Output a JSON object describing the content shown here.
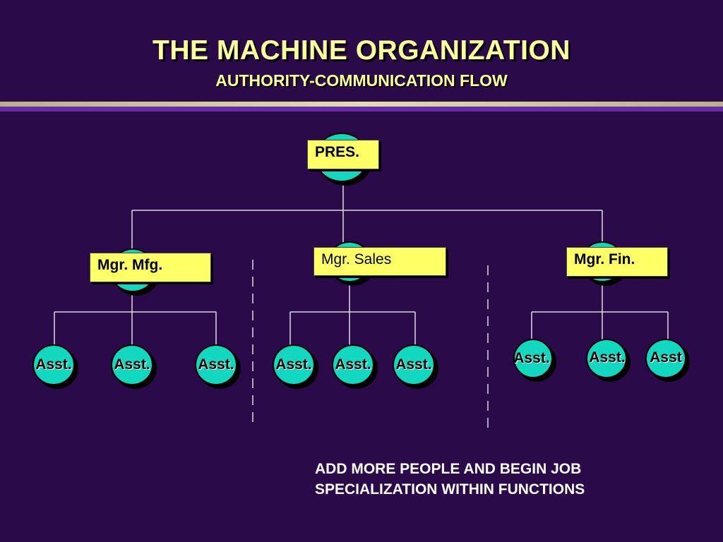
{
  "header": {
    "title": "THE MACHINE ORGANIZATION",
    "subtitle": "AUTHORITY-COMMUNICATION FLOW"
  },
  "chart": {
    "president": "PRES.",
    "managers": {
      "mfg": "Mgr. Mfg.",
      "sales": "Mgr. Sales",
      "fin": "Mgr. Fin."
    },
    "assistants": {
      "mfg": [
        "Asst.",
        "Asst.",
        "Asst."
      ],
      "sales": [
        "Asst.",
        "Asst.",
        "Asst."
      ],
      "fin": [
        "Asst.",
        "Asst.",
        "Asst"
      ]
    }
  },
  "footer": {
    "line1": "ADD MORE PEOPLE AND BEGIN JOB",
    "line2": "SPECIALIZATION WITHIN FUNCTIONS"
  },
  "colors": {
    "background": "#2a0a48",
    "title": "#ffff99",
    "circle": "#12d8c0",
    "label_box": "#ffff66"
  }
}
